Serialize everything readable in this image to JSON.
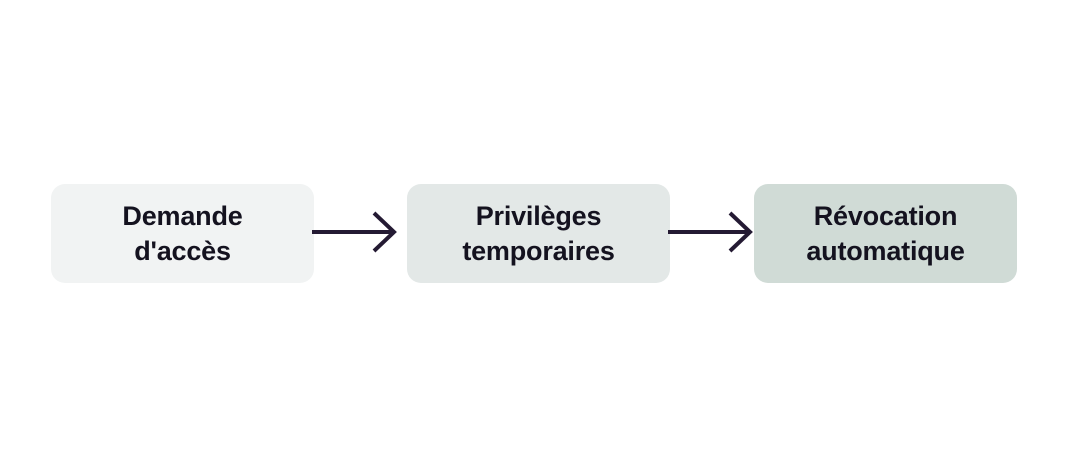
{
  "flow": {
    "steps": [
      {
        "label": "Demande\nd'accès",
        "color": "#f1f3f3"
      },
      {
        "label": "Privilèges\ntemporaires",
        "color": "#e3e8e7"
      },
      {
        "label": "Révocation\nautomatique",
        "color": "#d0dbd6"
      }
    ],
    "arrow_color": "#241a33"
  }
}
